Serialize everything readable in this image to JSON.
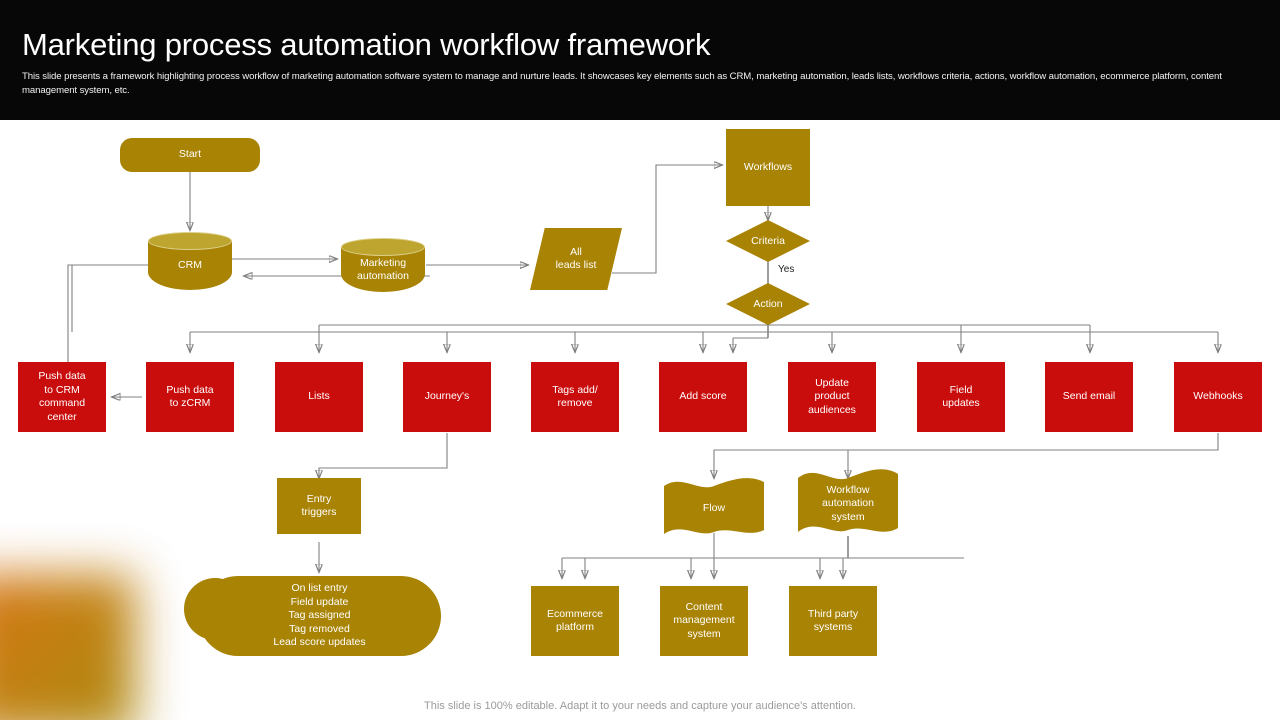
{
  "header": {
    "title": "Marketing process automation workflow framework",
    "subtitle": "This slide presents a framework  highlighting process workflow of marketing automation software system to manage and nurture leads. It showcases key elements such as CRM, marketing automation, leads lists, workflows criteria, actions, workflow automation, ecommerce platform, content management system, etc.",
    "bg_color": "#070707",
    "title_color": "#ffffff"
  },
  "palette": {
    "gold": "#a88304",
    "gold_light": "#bda52f",
    "red": "#c90c0c",
    "connector": "#808080",
    "connector_dark": "#4d4d4d",
    "slide_bg": "#ffffff"
  },
  "diagram": {
    "nodes": {
      "start": {
        "label": "Start",
        "shape": "rounded-rectangle",
        "color": "#a88304"
      },
      "crm": {
        "label": "CRM",
        "shape": "cylinder",
        "color": "#a88304"
      },
      "marketing_automation": {
        "label": "Marketing\nautomation",
        "line1": "Marketing",
        "line2": "automation",
        "shape": "cylinder",
        "color": "#a88304"
      },
      "all_leads_list": {
        "line1": "All",
        "line2": "leads list",
        "shape": "parallelogram",
        "color": "#a88304"
      },
      "workflows": {
        "label": "Workflows",
        "shape": "rectangle",
        "color": "#a88304"
      },
      "criteria": {
        "label": "Criteria",
        "shape": "diamond",
        "color": "#a88304"
      },
      "action": {
        "label": "Action",
        "shape": "diamond",
        "color": "#a88304"
      },
      "entry_triggers": {
        "line1": "Entry",
        "line2": "triggers",
        "shape": "rectangle",
        "color": "#a88304"
      },
      "trigger_list": {
        "shape": "pill",
        "color": "#a88304",
        "items": [
          "On list entry",
          "Field update",
          "Tag assigned",
          "Tag removed",
          "Lead score updates"
        ]
      },
      "flow": {
        "label": "Flow",
        "shape": "flag",
        "color": "#a88304"
      },
      "workflow_automation_system": {
        "line1": "Workflow",
        "line2": "automation",
        "line3": "system",
        "shape": "flag",
        "color": "#a88304"
      },
      "ecommerce_platform": {
        "line1": "Ecommerce",
        "line2": "platform",
        "shape": "rectangle",
        "color": "#a88304"
      },
      "content_management_system": {
        "line1": "Content",
        "line2": "management",
        "line3": "system",
        "shape": "rectangle",
        "color": "#a88304"
      },
      "third_party_systems": {
        "line1": "Third party",
        "line2": "systems",
        "shape": "rectangle",
        "color": "#a88304"
      }
    },
    "action_outputs": [
      {
        "id": "push-data-to-crm-command-center",
        "line1": "Push data",
        "line2": "to CRM",
        "line3": "command",
        "line4": "center"
      },
      {
        "id": "push-data-to-zcrm",
        "line1": "Push data",
        "line2": "to zCRM"
      },
      {
        "id": "lists",
        "line1": "Lists"
      },
      {
        "id": "journeys",
        "line1": "Journey's"
      },
      {
        "id": "tags-add-remove",
        "line1": "Tags add/",
        "line2": "remove"
      },
      {
        "id": "add-score",
        "line1": "Add score"
      },
      {
        "id": "update-product-audiences",
        "line1": "Update",
        "line2": "product",
        "line3": "audiences"
      },
      {
        "id": "field-updates",
        "line1": "Field",
        "line2": "updates"
      },
      {
        "id": "send-email",
        "line1": "Send email"
      },
      {
        "id": "webhooks",
        "line1": "Webhooks"
      }
    ],
    "edge_labels": {
      "criteria_yes": "Yes"
    }
  },
  "footer": {
    "note": "This slide is 100% editable. Adapt it to your needs and capture your audience's attention."
  }
}
